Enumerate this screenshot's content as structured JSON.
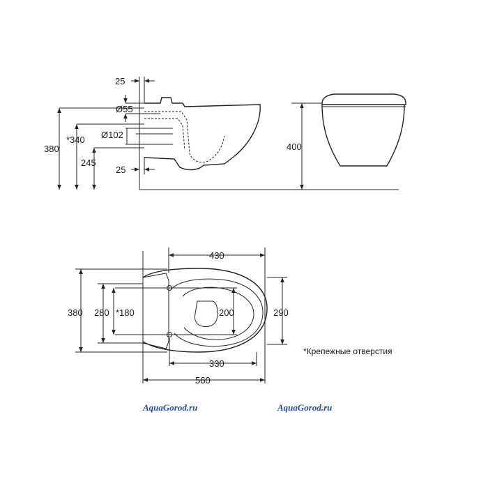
{
  "side_view": {
    "dim_top_25": "25",
    "dim_bottom_25": "25",
    "dim_d55": "Ø55",
    "dim_d102": "Ø102",
    "dim_340": "*340",
    "dim_380": "380",
    "dim_245": "245",
    "dim_400": "400"
  },
  "top_view": {
    "dim_430": "430",
    "dim_380": "380",
    "dim_280": "280",
    "dim_180": "*180",
    "dim_200": "200",
    "dim_290": "290",
    "dim_330": "330",
    "dim_560": "560"
  },
  "note": "*Крепежные отверстия",
  "watermarks": [
    "AquaGorod.ru",
    "AquaGorod.ru"
  ]
}
